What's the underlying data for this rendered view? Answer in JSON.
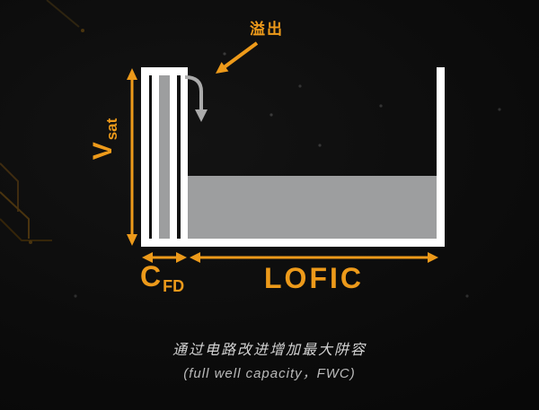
{
  "colors": {
    "accent": "#ED9A1A",
    "wall": "#FFFFFF",
    "well_fill": "#9D9E9F",
    "spill": "#ABABAB",
    "caption": "#D2D2D2",
    "background": "#0B0B0B"
  },
  "diagram": {
    "overflow_label": "溢出",
    "vsat": {
      "base": "V",
      "sub": "sat"
    },
    "cfd": {
      "base": "C",
      "sub": "FD"
    },
    "lofic_label": "LOFIC"
  },
  "caption": {
    "line1": "通过电路改进增加最大阱容",
    "line2": "(full well capacity，FWC)"
  }
}
